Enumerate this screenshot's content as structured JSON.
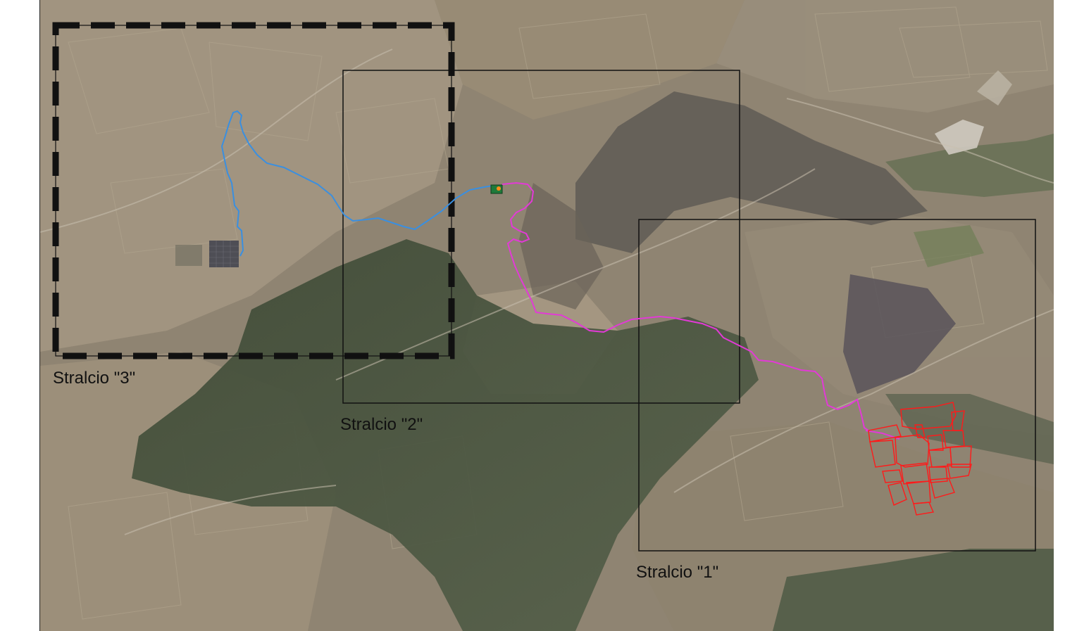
{
  "map": {
    "stralci": [
      {
        "id": "1",
        "label": "Stralcio \"1\"",
        "style": "solid"
      },
      {
        "id": "2",
        "label": "Stralcio \"2\"",
        "style": "solid"
      },
      {
        "id": "3",
        "label": "Stralcio \"3\"",
        "style": "dashed"
      }
    ],
    "route_segments": [
      {
        "id": "blue-route",
        "color": "#3a8fe0"
      },
      {
        "id": "magenta-route",
        "color": "#e23ad6"
      }
    ],
    "colors": {
      "plot_outlines": "#ff1a1a",
      "frame_outline": "#111111",
      "substation_fill": "#1f7a3a",
      "substation_marker": "#ff8c1a",
      "solar_array": "#4a4a52"
    }
  }
}
